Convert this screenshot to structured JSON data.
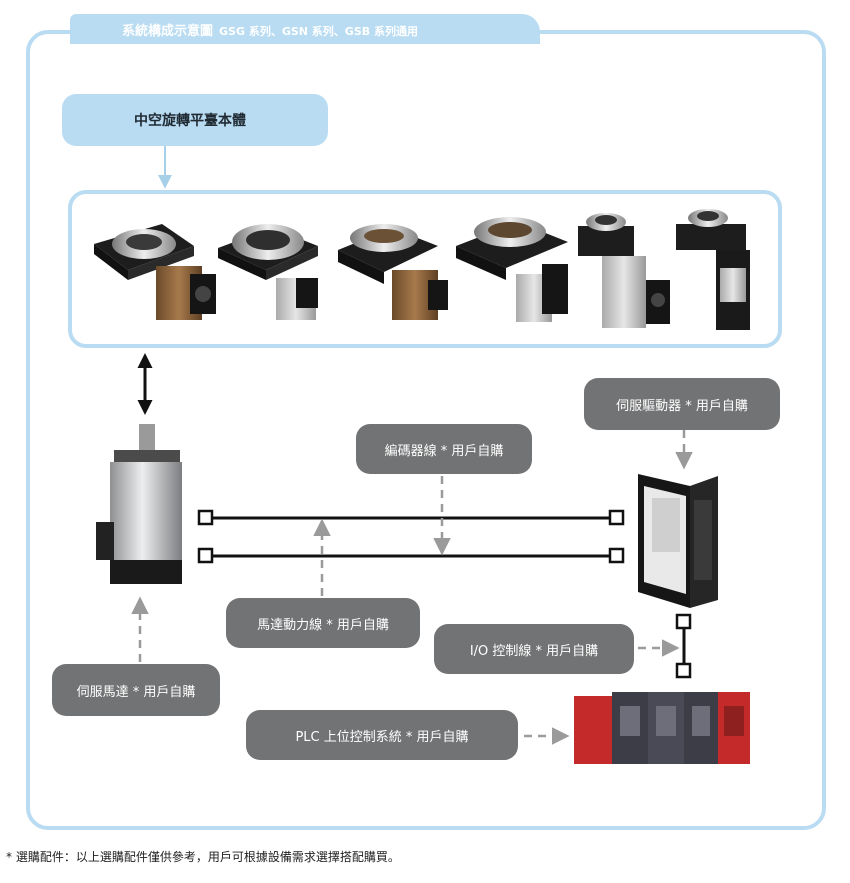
{
  "header": {
    "title_main": "系統構成示意圖",
    "title_sub": "GSG 系列、GSN 系列、GSB 系列通用"
  },
  "body_label": "中空旋轉平臺本體",
  "pills": {
    "servo_driver": "伺服驅動器 * 用戶自購",
    "encoder_cable": "編碼器線 * 用戶自購",
    "motor_power_cable": "馬達動力線 * 用戶自購",
    "io_cable": "I/O 控制線 * 用戶自購",
    "servo_motor": "伺服馬達 * 用戶自購",
    "plc_system": "PLC 上位控制系統 * 用戶自購"
  },
  "footer": "* 選購配件：以上選購配件僅供參考，用戶可根據設備需求選擇搭配購買。",
  "colors": {
    "frame": "#b9dcf2",
    "pill": "#727374",
    "arrow": "#9a9a9a",
    "cable": "#111111"
  }
}
